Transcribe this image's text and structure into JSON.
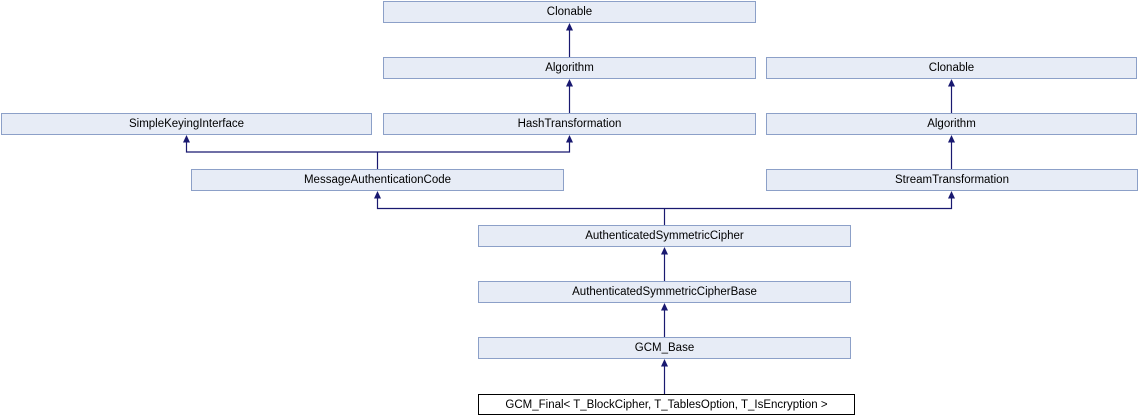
{
  "colors": {
    "node_fill": "#E7ECF6",
    "node_border": "#8CA0C8",
    "highlight_node_fill": "#FFFFFF",
    "highlight_node_border": "#000000",
    "arrow": "#191970",
    "text": "#000000",
    "background": "#FFFFFF"
  },
  "diagram": {
    "type": "class-inheritance-graph",
    "nodes": {
      "clonable_left": {
        "label": "Clonable"
      },
      "algorithm_left": {
        "label": "Algorithm"
      },
      "simple_keying_interface": {
        "label": "SimpleKeyingInterface"
      },
      "hash_transformation": {
        "label": "HashTransformation"
      },
      "clonable_right": {
        "label": "Clonable"
      },
      "algorithm_right": {
        "label": "Algorithm"
      },
      "message_authentication_code": {
        "label": "MessageAuthenticationCode"
      },
      "stream_transformation": {
        "label": "StreamTransformation"
      },
      "authenticated_symmetric_cipher": {
        "label": "AuthenticatedSymmetricCipher"
      },
      "authenticated_symmetric_cipher_base": {
        "label": "AuthenticatedSymmetricCipherBase"
      },
      "gcm_base": {
        "label": "GCM_Base"
      },
      "gcm_final": {
        "label": "GCM_Final< T_BlockCipher, T_TablesOption, T_IsEncryption >"
      }
    },
    "edges": [
      {
        "from": "algorithm_left",
        "to": "clonable_left"
      },
      {
        "from": "hash_transformation",
        "to": "algorithm_left"
      },
      {
        "from": "message_authentication_code",
        "to": "simple_keying_interface"
      },
      {
        "from": "message_authentication_code",
        "to": "hash_transformation"
      },
      {
        "from": "algorithm_right",
        "to": "clonable_right"
      },
      {
        "from": "stream_transformation",
        "to": "algorithm_right"
      },
      {
        "from": "authenticated_symmetric_cipher",
        "to": "message_authentication_code"
      },
      {
        "from": "authenticated_symmetric_cipher",
        "to": "stream_transformation"
      },
      {
        "from": "authenticated_symmetric_cipher_base",
        "to": "authenticated_symmetric_cipher"
      },
      {
        "from": "gcm_base",
        "to": "authenticated_symmetric_cipher_base"
      },
      {
        "from": "gcm_final",
        "to": "gcm_base"
      }
    ]
  }
}
